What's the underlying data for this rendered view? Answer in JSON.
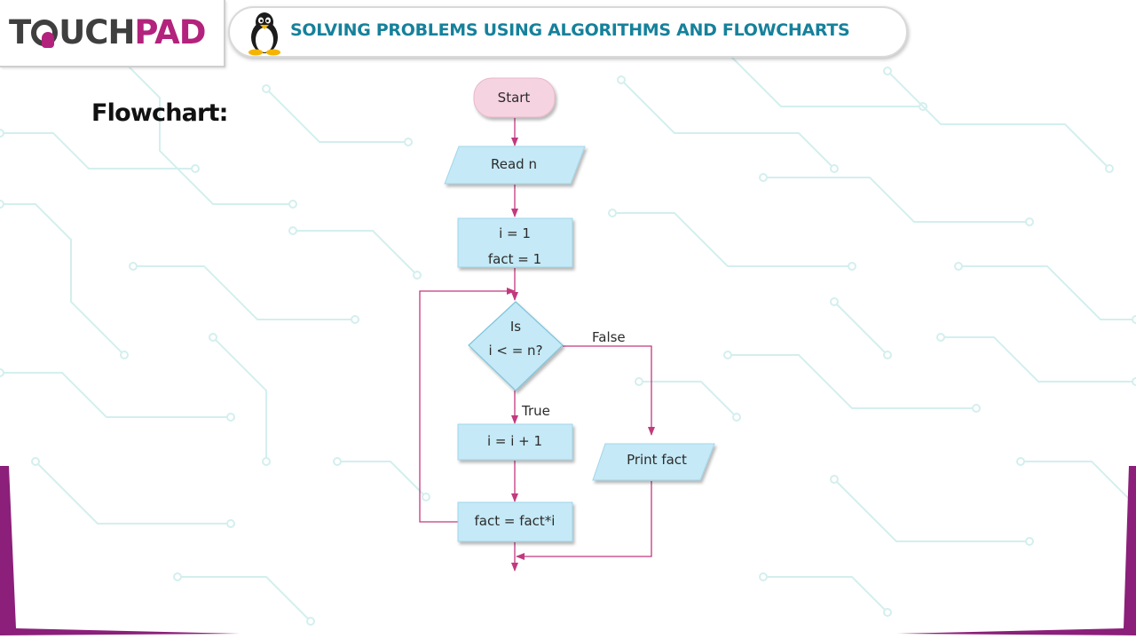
{
  "header": {
    "logo": {
      "text_main": "T",
      "text_middle": "UCH",
      "text_accent": "PAD"
    },
    "title": "SOLVING PROBLEMS USING ALGORITHMS AND FLOWCHARTS"
  },
  "heading": "Flowchart:",
  "flowchart": {
    "start": "Start",
    "read": "Read n",
    "init_line1": "i = 1",
    "init_line2": "fact = 1",
    "decision_line1": "Is",
    "decision_line2": "i < = n?",
    "label_true": "True",
    "label_false": "False",
    "increment": "i = i + 1",
    "multiply": "fact = fact*i",
    "print": "Print fact"
  },
  "colors": {
    "accent": "#b3227c",
    "title": "#16819b",
    "box_fill": "#c5e9f6",
    "start_fill": "#f6d3e1",
    "arrow": "#c2397e",
    "circuit": "#d3efee"
  }
}
